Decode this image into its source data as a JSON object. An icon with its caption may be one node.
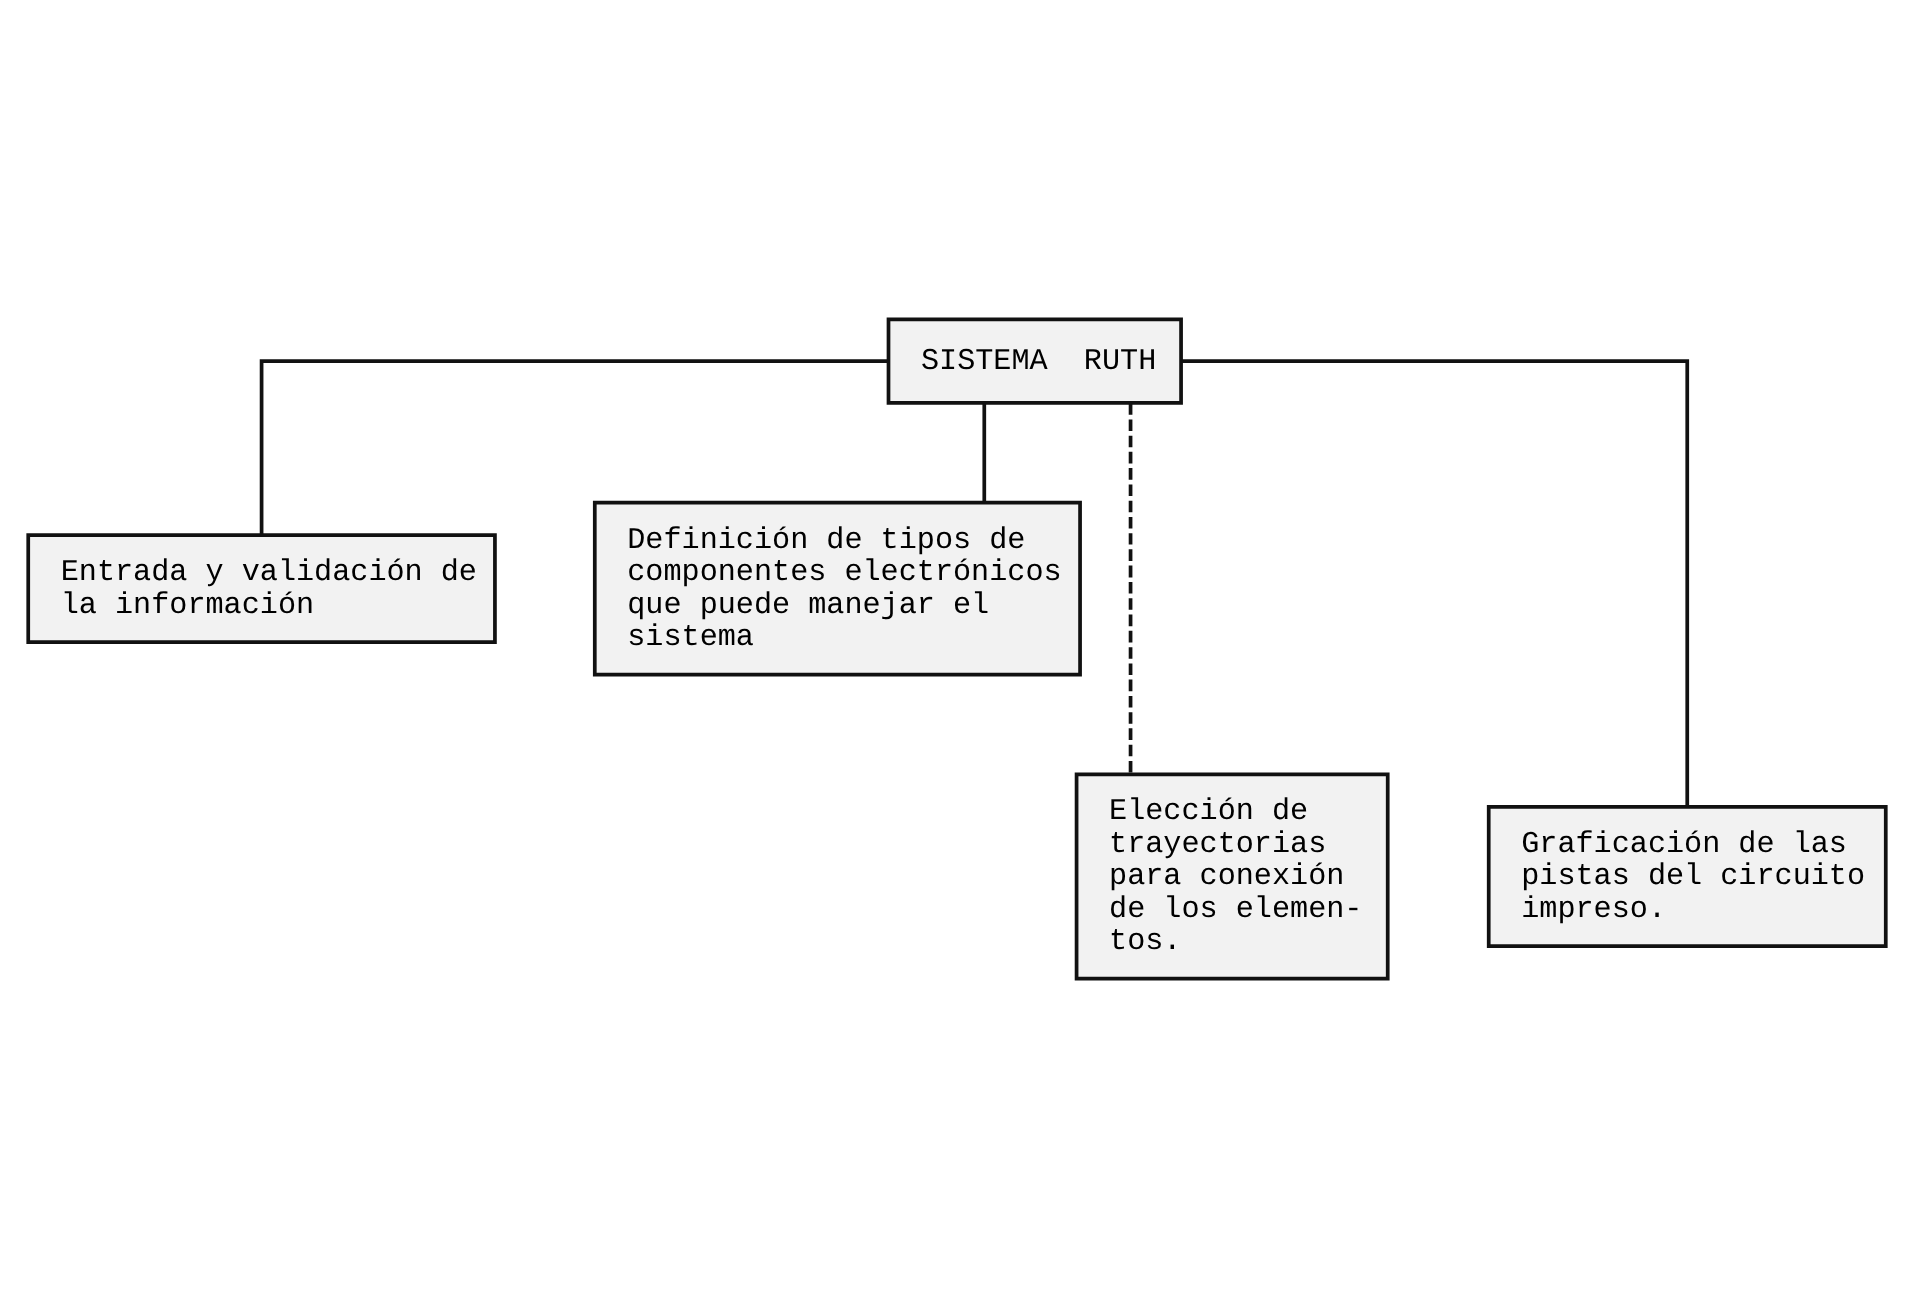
{
  "diagram": {
    "nodes": [
      {
        "text": [
          "SISTEMA  RUTH"
        ]
      },
      {
        "text": [
          "Entrada y validación de la información"
        ]
      },
      {
        "text": [
          "Definición de tipos de componentes electrónicos que puede manejar el sistema"
        ]
      },
      {
        "text": [
          "Elección de trayectorias para conexión de los elemen- tos."
        ]
      },
      {
        "text": [
          "Graficación de las pistas del circuito impreso."
        ]
      }
    ],
    "edges": [
      {
        "from": 0,
        "to": 1,
        "arrow": "none"
      },
      {
        "from": 0,
        "to": 3,
        "arrow": "none",
        "style": "dashed"
      },
      {
        "from": 0,
        "to": 4,
        "arrow": "none"
      },
      {
        "from": 0,
        "to": 2,
        "arrow": "none"
      }
    ]
  }
}
